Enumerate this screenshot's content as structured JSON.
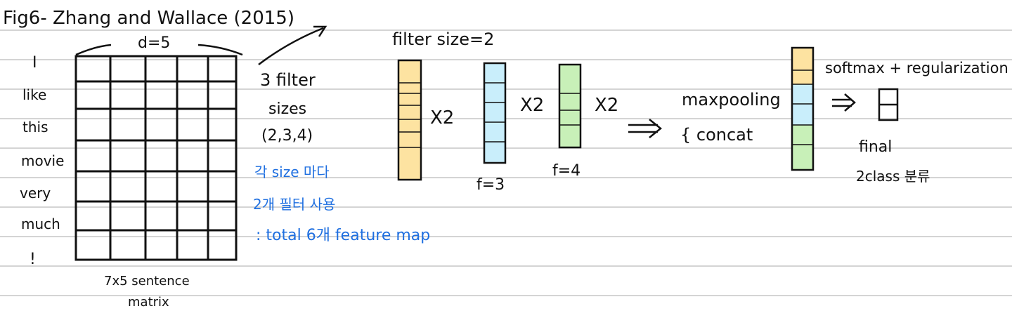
{
  "title": "Fig6- Zhang and Wallace (2015)",
  "matrix": {
    "dim_label": "d=5",
    "words": [
      "I",
      "like",
      "this",
      "movie",
      "very",
      "much",
      "!"
    ],
    "caption_line1": "7x5 sentence",
    "caption_line2": "matrix"
  },
  "filters_note": {
    "line1": "3 filter",
    "line2": "sizes",
    "line3": "(2,3,4)"
  },
  "korean_note": {
    "line1": "각 size 마다",
    "line2": "2개 필터 사용",
    "line3": ": total 6개 feature map"
  },
  "filter_size_label": "filter size=2",
  "multiplier": "X2",
  "f3_label": "f=3",
  "f4_label": "f=4",
  "maxpool_label": "maxpooling",
  "concat_label": "{ concat",
  "softmax_label": "softmax + regularization",
  "final_label": "final",
  "class_label": "2class 분류",
  "colors": {
    "yellow": "#fde3a1",
    "blue": "#c9eefb",
    "green": "#c8f0b8",
    "ink": "#111111",
    "note_blue": "#1f6fe0"
  }
}
